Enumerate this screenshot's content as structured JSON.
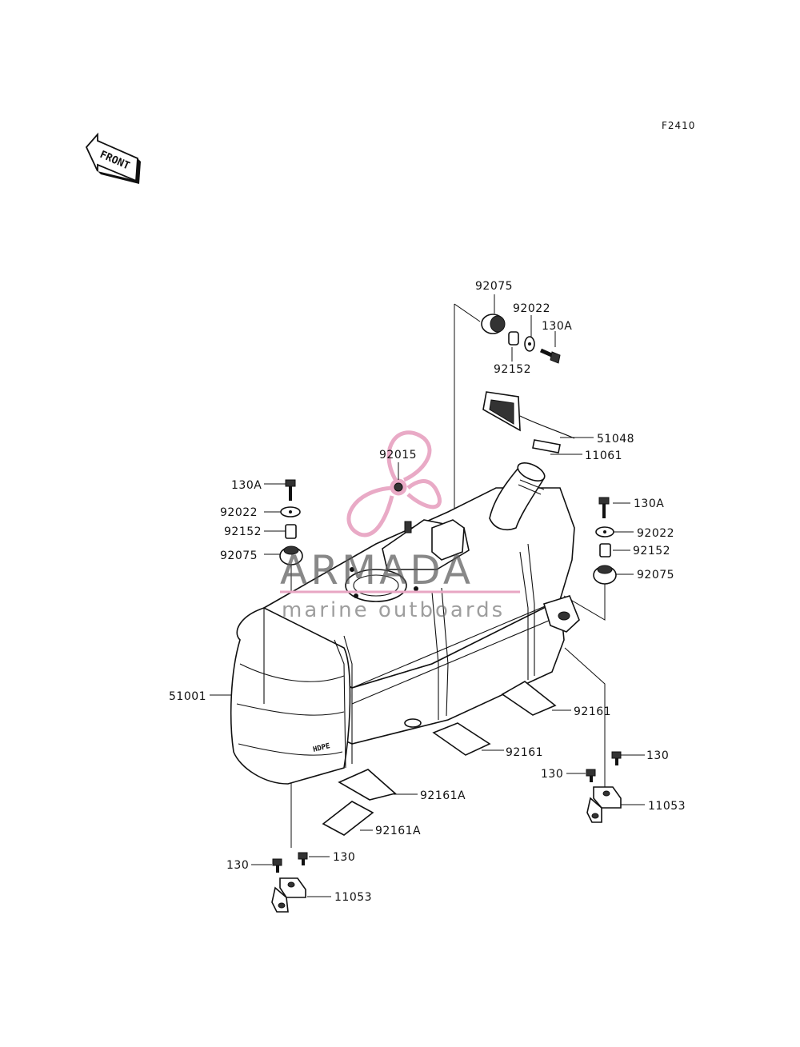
{
  "figure_code": "F2410",
  "front_arrow_label": "FRONT",
  "watermark": {
    "title": "ARMADA",
    "subtitle": "marine outboards",
    "accent_color": "#e8a6c3",
    "text_color": "#5a5a5a"
  },
  "tank_marking": "HDPE",
  "callouts": {
    "top_grommet": "92075",
    "top_washer": "92022",
    "top_bolt": "130A",
    "top_collar": "92152",
    "band": "51048",
    "filler_seal": "11061",
    "cap_nut": "92015",
    "left_bolt": "130A",
    "left_washer": "92022",
    "left_collar": "92152",
    "left_grommet": "92075",
    "right_bolt": "130A",
    "right_washer": "92022",
    "right_collar": "92152",
    "right_grommet": "92075",
    "tank": "51001",
    "pad_right": "92161",
    "pad_mid": "92161",
    "pad_a_upper": "92161A",
    "pad_a_lower": "92161A",
    "right_bracket_bolt_1": "130",
    "right_bracket_bolt_2": "130",
    "right_bracket": "11053",
    "left_bracket_bolt_1": "130",
    "left_bracket_bolt_2": "130",
    "left_bracket": "11053"
  }
}
